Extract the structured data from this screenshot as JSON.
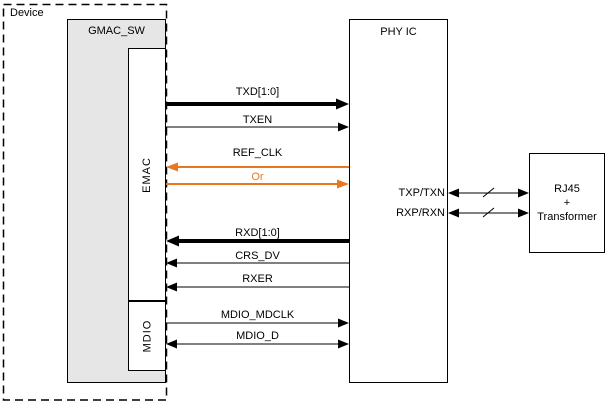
{
  "device": {
    "label": "Device"
  },
  "gmac": {
    "label": "GMAC_SW"
  },
  "emac": {
    "label": "EMAC"
  },
  "mdio": {
    "label": "MDIO"
  },
  "phy": {
    "label": "PHY IC"
  },
  "rj45": {
    "line1": "RJ45",
    "line2": "+",
    "line3": "Transformer"
  },
  "signals": [
    {
      "label": "TXD[1:0]",
      "direction": "right",
      "width": "thick",
      "color": "#000000",
      "label_color": "#000000"
    },
    {
      "label": "TXEN",
      "direction": "right",
      "width": "thin",
      "color": "#000000",
      "label_color": "#000000"
    },
    {
      "label": "REF_CLK",
      "direction": "left",
      "width": "thin",
      "color": "#e87722",
      "label_color": "#000000"
    },
    {
      "label": "Or",
      "direction": "right",
      "width": "thin",
      "color": "#e87722",
      "label_color": "#e87722"
    },
    {
      "label": "RXD[1:0]",
      "direction": "left",
      "width": "thick",
      "color": "#000000",
      "label_color": "#000000"
    },
    {
      "label": "CRS_DV",
      "direction": "left",
      "width": "thin",
      "color": "#000000",
      "label_color": "#000000"
    },
    {
      "label": "RXER",
      "direction": "left",
      "width": "thin",
      "color": "#000000",
      "label_color": "#000000"
    },
    {
      "label": "MDIO_MDCLK",
      "direction": "right",
      "width": "thin",
      "color": "#000000",
      "label_color": "#000000"
    },
    {
      "label": "MDIO_D",
      "direction": "both",
      "width": "thin",
      "color": "#000000",
      "label_color": "#000000"
    }
  ],
  "phy_links": [
    {
      "label": "TXP/TXN",
      "direction": "both",
      "bus_slash": true
    },
    {
      "label": "RXP/RXN",
      "direction": "both",
      "bus_slash": true
    }
  ],
  "colors": {
    "orange": "#e87722",
    "gray_fill": "#e6e6e6",
    "line_black": "#000000"
  }
}
